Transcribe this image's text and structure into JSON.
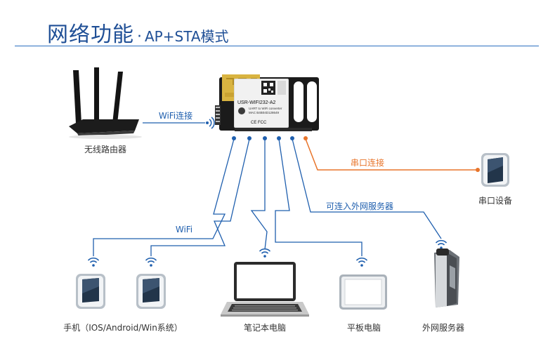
{
  "header": {
    "title_main": "网络功能",
    "title_dot": "·",
    "title_sub": "AP+STA模式"
  },
  "module": {
    "model": "USR-WIFI232-A2",
    "line2": "UART to WiFi converter",
    "line3": "MAC B4B04D128649",
    "cert": "CE FCC"
  },
  "labels": {
    "router": "无线路由器",
    "wifi_connect": "WiFi连接",
    "serial_connect": "串口连接",
    "serial_device": "串口设备",
    "wifi": "WiFi",
    "external_network": "可连入外网服务器",
    "phone": "手机（IOS/Android/Win系统）",
    "laptop": "笔记本电脑",
    "tablet": "平板电脑",
    "server": "外网服务器"
  },
  "colors": {
    "title": "#1f4f96",
    "rule": "#2b6fbf",
    "wifi_line": "#1f5fae",
    "serial_line": "#e8742a",
    "module_board": "#1b1b1b",
    "antenna_gold": "#d9b441"
  }
}
